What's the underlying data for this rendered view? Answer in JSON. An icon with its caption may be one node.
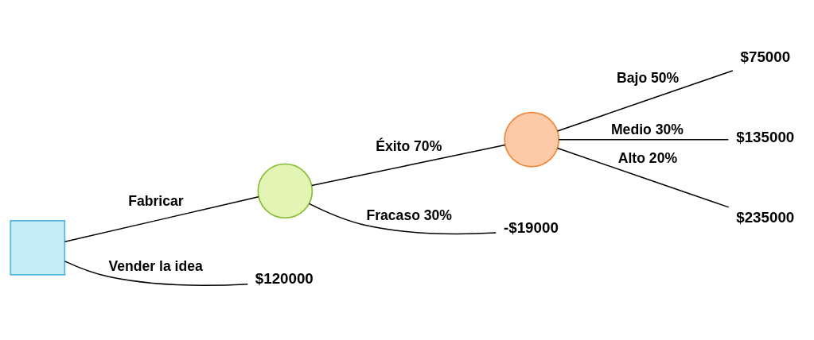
{
  "diagram": {
    "nodes": [
      {
        "text": [],
        "shape": "box"
      },
      {
        "text": [],
        "shape": "circle"
      },
      {
        "text": [],
        "shape": "circle"
      },
      {
        "text": [
          "$75000"
        ]
      },
      {
        "text": [
          "$135000"
        ]
      },
      {
        "text": [
          "$235000"
        ]
      },
      {
        "text": [
          "-$19000"
        ]
      },
      {
        "text": [
          "$120000"
        ]
      }
    ],
    "edges": [
      {
        "from": 0,
        "to": 1,
        "arrow": "none",
        "label": "Fabricar"
      },
      {
        "from": 0,
        "to": 7,
        "arrow": "none",
        "label": "Vender la idea"
      },
      {
        "from": 1,
        "to": 2,
        "arrow": "none",
        "label": "Éxito 70%"
      },
      {
        "from": 1,
        "to": 6,
        "arrow": "none",
        "label": "Fracaso 30%"
      },
      {
        "from": 2,
        "to": 3,
        "arrow": "none",
        "label": "Bajo 50%"
      },
      {
        "from": 2,
        "to": 4,
        "arrow": "none",
        "label": "Medio 30%"
      },
      {
        "from": 2,
        "to": 5,
        "arrow": "none",
        "label": "Alto 20%"
      }
    ]
  }
}
